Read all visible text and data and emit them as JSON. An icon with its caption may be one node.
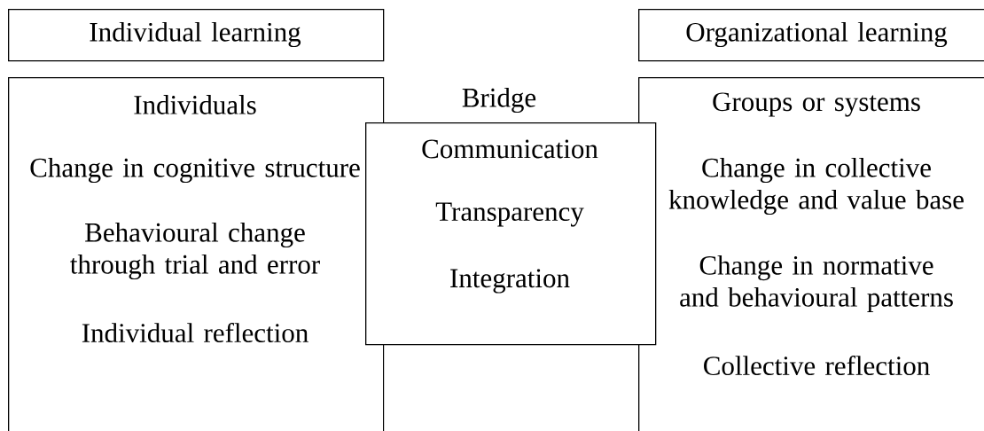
{
  "diagram": {
    "nodes": [
      {
        "text": [
          "Individual learning"
        ]
      },
      {
        "text": [
          "Organizational learning"
        ]
      },
      {
        "text": [
          "Individuals",
          "Change in cognitive structure",
          "Behavioural change through trial and error",
          "Individual reflection"
        ]
      },
      {
        "text": [
          "Bridge",
          "Communication",
          "Transparency",
          "Integration"
        ]
      },
      {
        "text": [
          "Groups or systems",
          "Change in collective knowledge and value base",
          "Change in normative and behavioural patterns",
          "Collective reflection"
        ]
      }
    ]
  }
}
